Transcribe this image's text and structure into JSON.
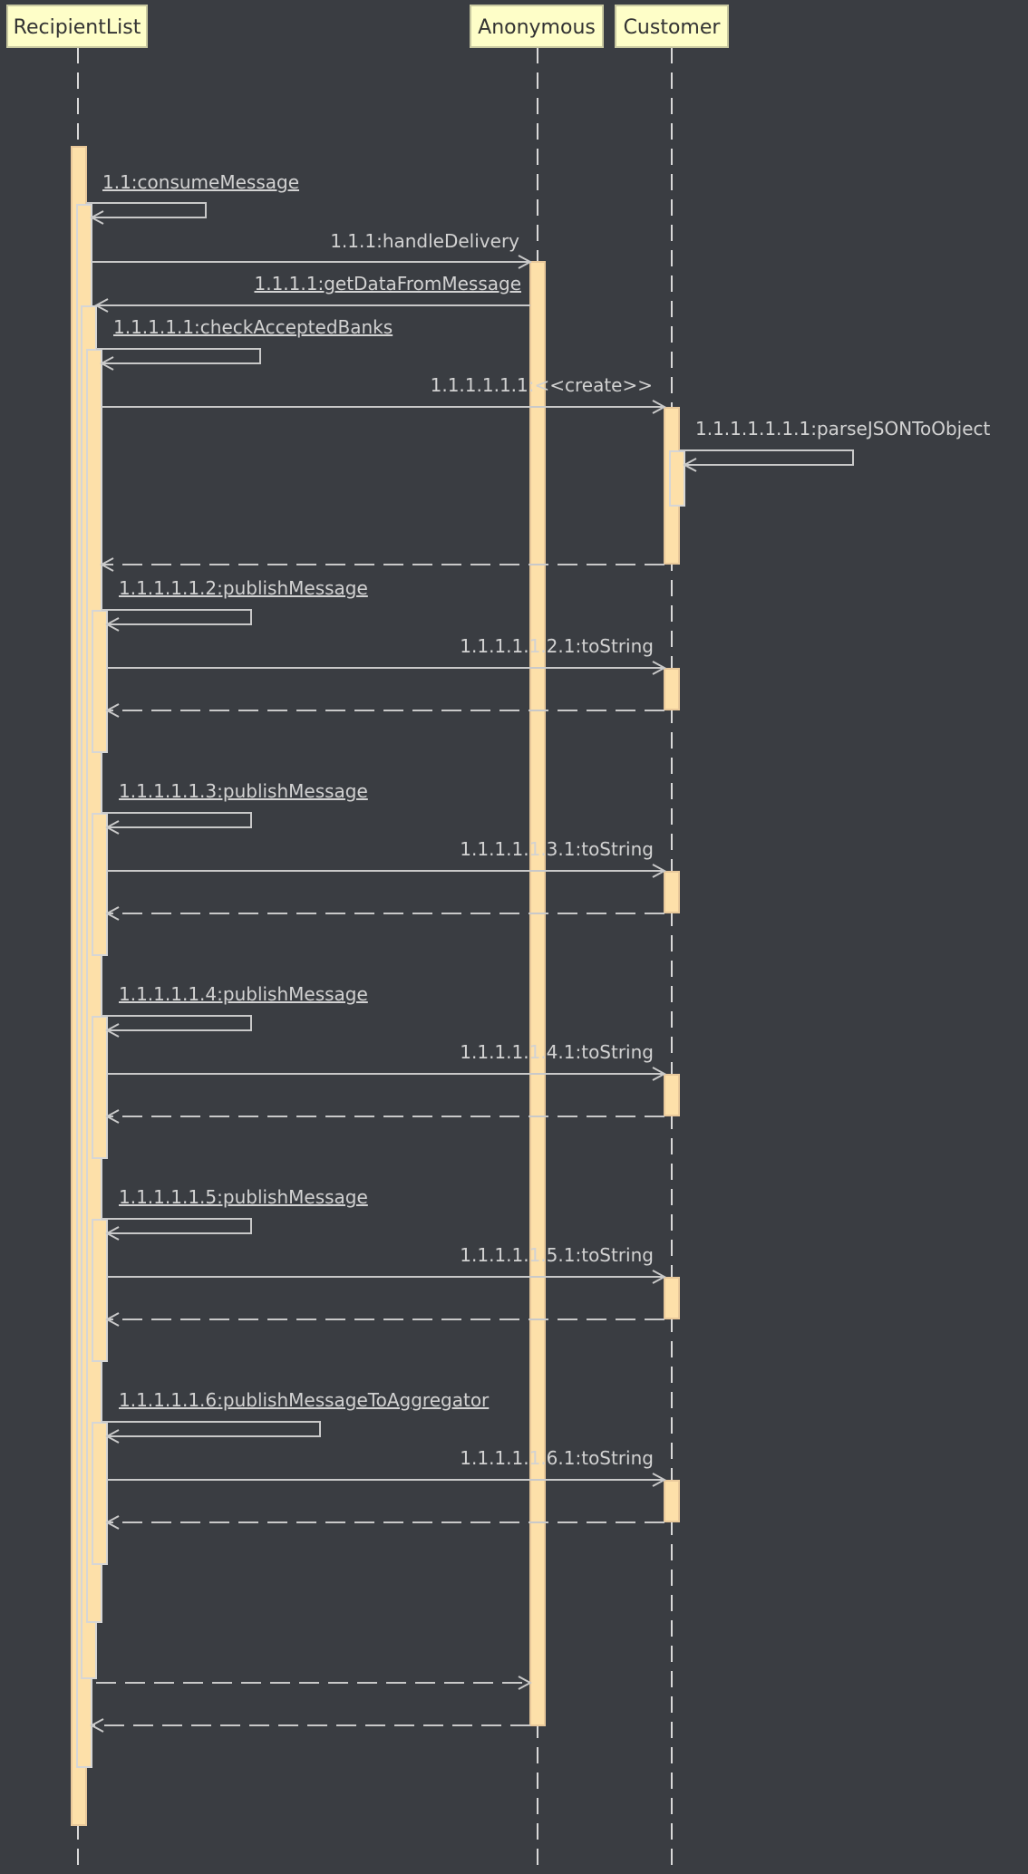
{
  "participants": [
    {
      "id": "recipientlist",
      "label": "RecipientList"
    },
    {
      "id": "anonymous",
      "label": "Anonymous"
    },
    {
      "id": "customer",
      "label": "Customer"
    }
  ],
  "messages": [
    {
      "id": "m1",
      "label": "1.1:consumeMessage"
    },
    {
      "id": "m2",
      "label": "1.1.1:handleDelivery"
    },
    {
      "id": "m3",
      "label": "1.1.1.1:getDataFromMessage"
    },
    {
      "id": "m4",
      "label": "1.1.1.1.1:checkAcceptedBanks"
    },
    {
      "id": "m5",
      "label": "1.1.1.1.1.1:<<create>>"
    },
    {
      "id": "m6",
      "label": "1.1.1.1.1.1.1:parseJSONToObject"
    },
    {
      "id": "m7",
      "label": "1.1.1.1.1.2:publishMessage"
    },
    {
      "id": "m8",
      "label": "1.1.1.1.1.2.1:toString"
    },
    {
      "id": "m9",
      "label": "1.1.1.1.1.3:publishMessage"
    },
    {
      "id": "m10",
      "label": "1.1.1.1.1.3.1:toString"
    },
    {
      "id": "m11",
      "label": "1.1.1.1.1.4:publishMessage"
    },
    {
      "id": "m12",
      "label": "1.1.1.1.1.4.1:toString"
    },
    {
      "id": "m13",
      "label": "1.1.1.1.1.5:publishMessage"
    },
    {
      "id": "m14",
      "label": "1.1.1.1.1.5.1:toString"
    },
    {
      "id": "m15",
      "label": "1.1.1.1.1.6:publishMessageToAggregator"
    },
    {
      "id": "m16",
      "label": "1.1.1.1.1.6.1:toString"
    }
  ],
  "colors": {
    "background": "#3a3d42",
    "participant_fill": "#fefec8",
    "activation_fill": "#fde0a9",
    "line": "#c9c9c9",
    "text": "#d2d2d2"
  }
}
